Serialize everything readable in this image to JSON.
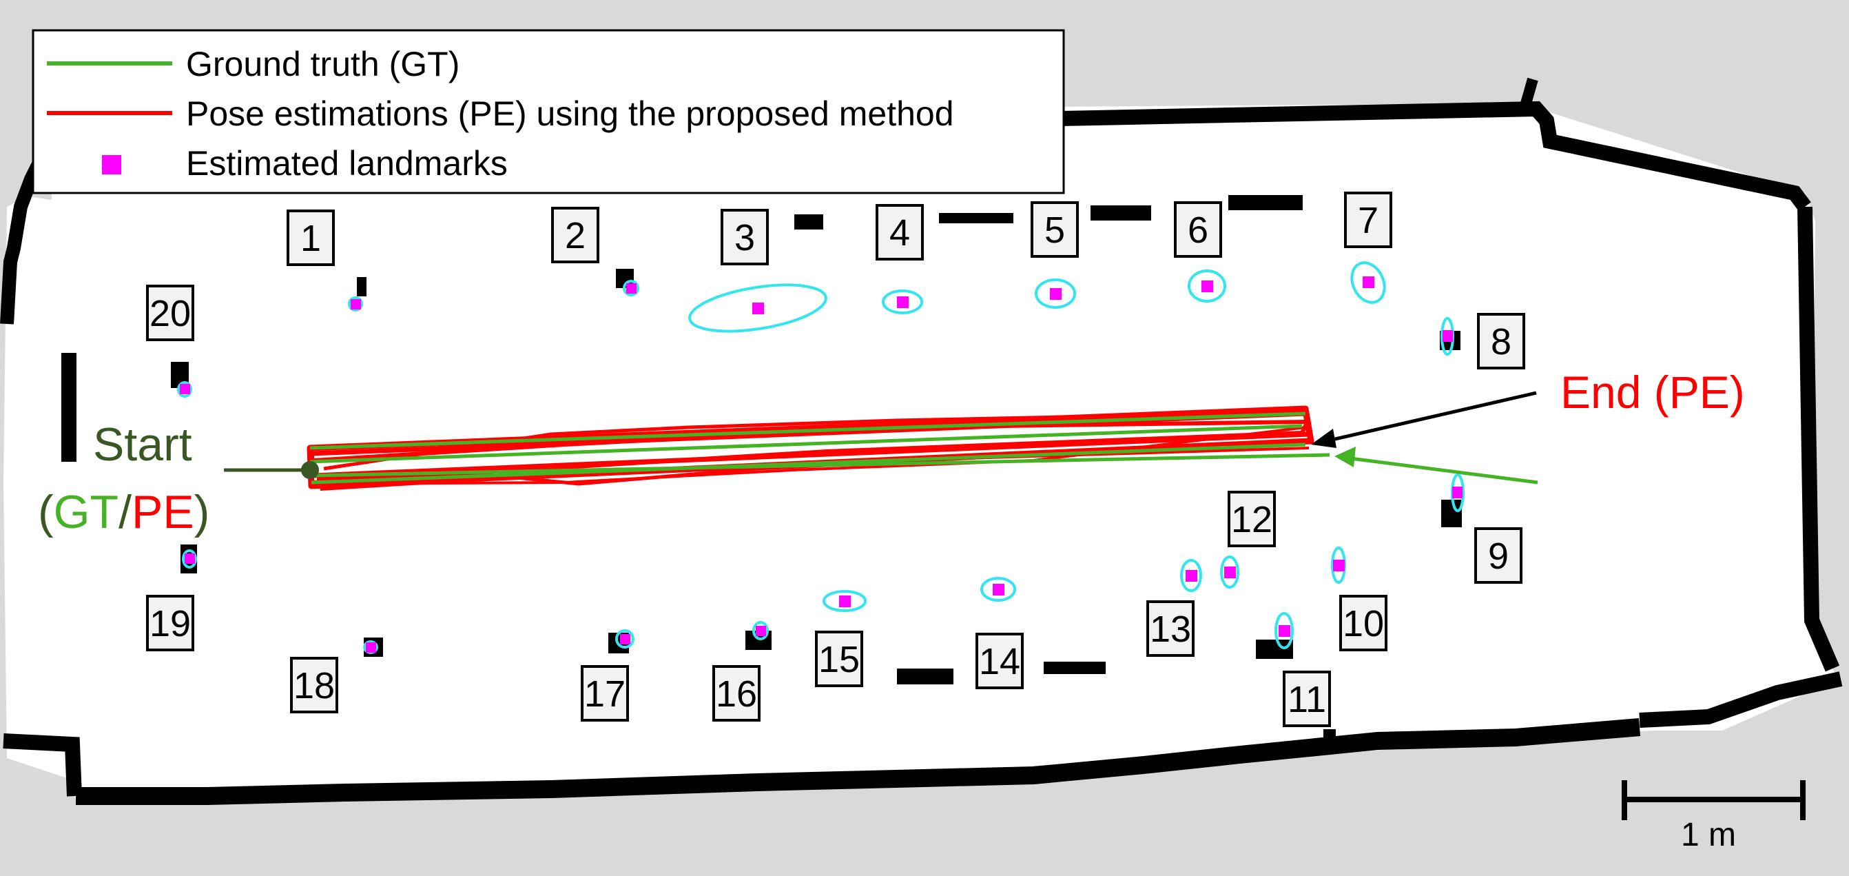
{
  "legend": {
    "ground_truth": "Ground truth (GT)",
    "pose_estimation": "Pose estimations (PE) using the proposed method",
    "landmarks": "Estimated landmarks"
  },
  "annotations": {
    "start_line1": "Start",
    "start_open": "(",
    "start_gt": "GT",
    "start_slash": "/",
    "start_pe": "PE",
    "start_close": ")",
    "end_pe": "End (PE)"
  },
  "scale_bar": {
    "label": "1 m"
  },
  "colors": {
    "ground_truth": "#44b324",
    "pose_estimation": "#ff0000",
    "landmark": "#ff00ff",
    "covariance": "#33e5ee",
    "start_marker": "#385723",
    "background_unknown": "#d9d9d9",
    "free_space": "#ffffff",
    "obstacle": "#000000"
  },
  "landmark_labels": [
    "1",
    "2",
    "3",
    "4",
    "5",
    "6",
    "7",
    "8",
    "9",
    "10",
    "11",
    "12",
    "13",
    "14",
    "15",
    "16",
    "17",
    "18",
    "19",
    "20"
  ]
}
